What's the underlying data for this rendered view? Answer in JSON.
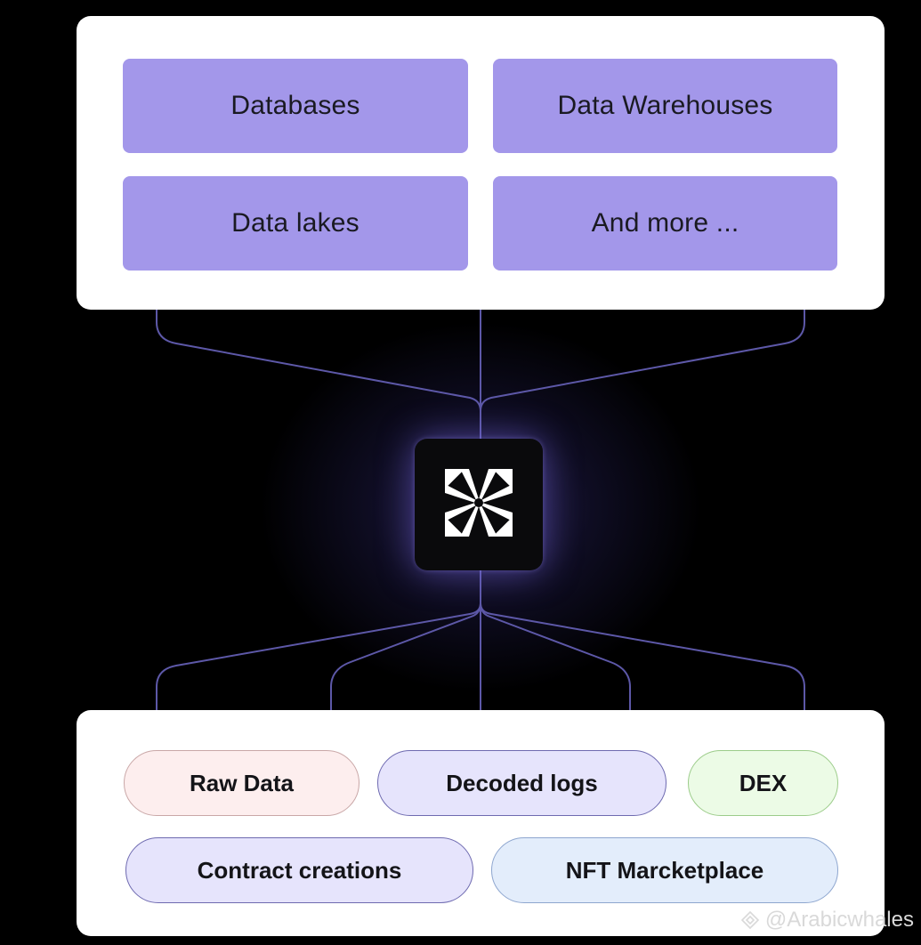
{
  "sources": [
    {
      "label": "Databases"
    },
    {
      "label": "Data Warehouses"
    },
    {
      "label": "Data lakes"
    },
    {
      "label": "And more ..."
    }
  ],
  "hub": {
    "icon": "asterisk-logo-icon"
  },
  "outputs": [
    {
      "label": "Raw Data",
      "color": "#fdeeee"
    },
    {
      "label": "Decoded logs",
      "color": "#e6e4fc"
    },
    {
      "label": "DEX",
      "color": "#ecfbe6"
    },
    {
      "label": "Contract creations",
      "color": "#e6e4fc"
    },
    {
      "label": "NFT Marcketplace",
      "color": "#e3edfb"
    }
  ],
  "colors": {
    "background": "#000000",
    "tile": "#a397ea",
    "connector": "#5d58a8"
  },
  "watermark": {
    "text": "@Arabicwhales"
  }
}
